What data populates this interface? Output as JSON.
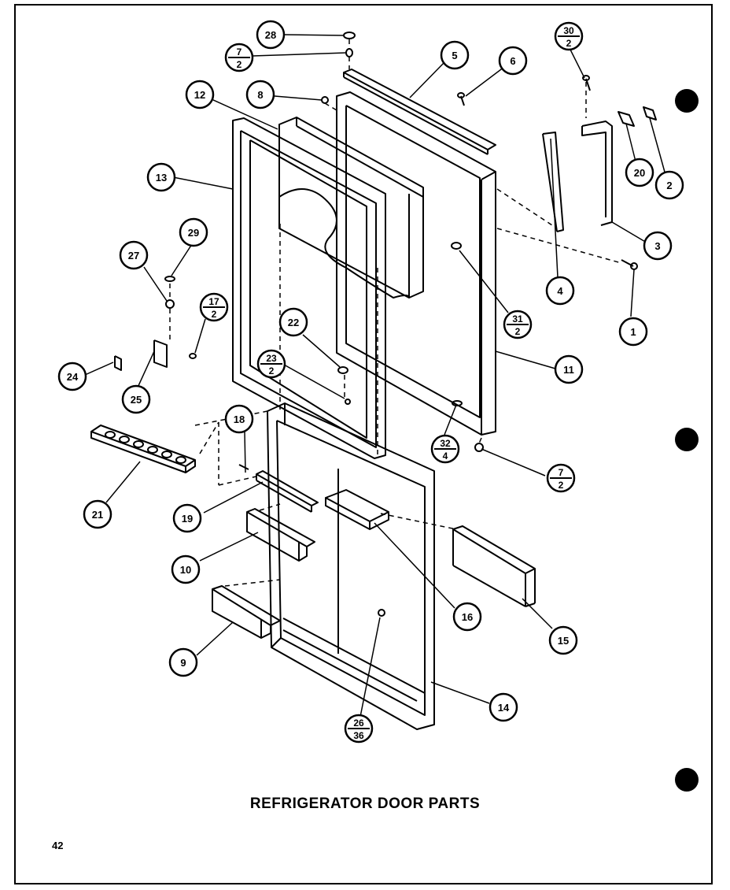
{
  "title": "REFRIGERATOR DOOR PARTS",
  "page_number": "42",
  "callouts": [
    {
      "id": "28",
      "label": "28"
    },
    {
      "id": "7-2-top",
      "label": "7",
      "sub": "2"
    },
    {
      "id": "8",
      "label": "8"
    },
    {
      "id": "12",
      "label": "12"
    },
    {
      "id": "5",
      "label": "5"
    },
    {
      "id": "6",
      "label": "6"
    },
    {
      "id": "30-2",
      "label": "30",
      "sub": "2"
    },
    {
      "id": "20",
      "label": "20"
    },
    {
      "id": "2",
      "label": "2"
    },
    {
      "id": "3",
      "label": "3"
    },
    {
      "id": "4",
      "label": "4"
    },
    {
      "id": "1",
      "label": "1"
    },
    {
      "id": "13",
      "label": "13"
    },
    {
      "id": "29",
      "label": "29"
    },
    {
      "id": "27",
      "label": "27"
    },
    {
      "id": "17-2",
      "label": "17",
      "sub": "2"
    },
    {
      "id": "31-2",
      "label": "31",
      "sub": "2"
    },
    {
      "id": "22",
      "label": "22"
    },
    {
      "id": "23-2",
      "label": "23",
      "sub": "2"
    },
    {
      "id": "11",
      "label": "11"
    },
    {
      "id": "24",
      "label": "24"
    },
    {
      "id": "25",
      "label": "25"
    },
    {
      "id": "32-4",
      "label": "32",
      "sub": "4"
    },
    {
      "id": "7-2-bottom",
      "label": "7",
      "sub": "2"
    },
    {
      "id": "18",
      "label": "18"
    },
    {
      "id": "21",
      "label": "21"
    },
    {
      "id": "19",
      "label": "19"
    },
    {
      "id": "10",
      "label": "10"
    },
    {
      "id": "16",
      "label": "16"
    },
    {
      "id": "15",
      "label": "15"
    },
    {
      "id": "9",
      "label": "9"
    },
    {
      "id": "14",
      "label": "14"
    },
    {
      "id": "26-36",
      "label": "26",
      "sub": "36"
    }
  ]
}
